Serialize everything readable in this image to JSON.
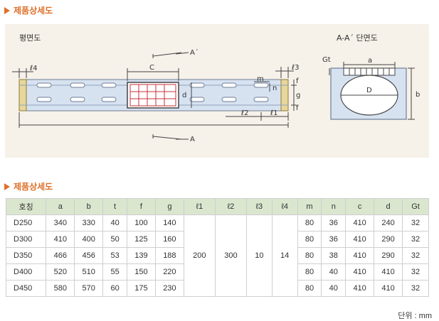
{
  "section1_title": "제품상세도",
  "section2_title": "제품상세도",
  "drawing": {
    "plan_title": "평면도",
    "section_title": "A-A´ 단면도",
    "labels": {
      "a_prime": "A´",
      "a": "A",
      "c": "C",
      "d_plan": "d",
      "l4": "ℓ4",
      "l3": "ℓ3",
      "l2": "ℓ2",
      "l1": "ℓ1",
      "m": "m",
      "n": "n",
      "f_top": "f",
      "g": "g",
      "f_bottom": "f",
      "gt": "Gt",
      "a_sec": "a",
      "b_sec": "b",
      "d_sec": "D"
    }
  },
  "table": {
    "headers": [
      "호칭",
      "a",
      "b",
      "t",
      "f",
      "g",
      "ℓ1",
      "ℓ2",
      "ℓ3",
      "ℓ4",
      "m",
      "n",
      "c",
      "d",
      "Gt"
    ],
    "merged": {
      "l1": "200",
      "l2": "300",
      "l3": "10",
      "l4": "14"
    },
    "rows": [
      {
        "name": "D250",
        "a": "340",
        "b": "330",
        "t": "40",
        "f": "100",
        "g": "140",
        "m": "80",
        "n": "36",
        "c": "410",
        "d": "240",
        "gt": "32"
      },
      {
        "name": "D300",
        "a": "410",
        "b": "400",
        "t": "50",
        "f": "125",
        "g": "160",
        "m": "80",
        "n": "36",
        "c": "410",
        "d": "290",
        "gt": "32"
      },
      {
        "name": "D350",
        "a": "466",
        "b": "456",
        "t": "53",
        "f": "139",
        "g": "188",
        "m": "80",
        "n": "38",
        "c": "410",
        "d": "290",
        "gt": "32"
      },
      {
        "name": "D400",
        "a": "520",
        "b": "510",
        "t": "55",
        "f": "150",
        "g": "220",
        "m": "80",
        "n": "40",
        "c": "410",
        "d": "410",
        "gt": "32"
      },
      {
        "name": "D450",
        "a": "580",
        "b": "570",
        "t": "60",
        "f": "175",
        "g": "230",
        "m": "80",
        "n": "40",
        "c": "410",
        "d": "410",
        "gt": "32"
      }
    ]
  },
  "unit": "단위 : mm",
  "colors": {
    "accent": "#e0702a",
    "header_bg": "#dbe6cf",
    "drawing_bg": "#f6f1e9",
    "plan_fill": "#d7e2f1"
  }
}
